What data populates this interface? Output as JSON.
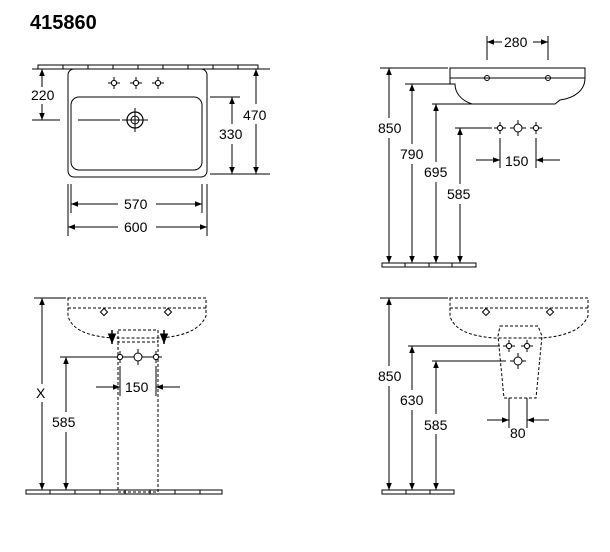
{
  "product_code": "415860",
  "views": {
    "top": {
      "labels": {
        "d220": "220",
        "d470": "470",
        "d330": "330",
        "d570": "570",
        "d600": "600"
      }
    },
    "side_left": {
      "labels": {
        "d280": "280",
        "d850": "850",
        "d790": "790",
        "d695": "695",
        "d585": "585",
        "d150": "150"
      }
    },
    "front_pedestal": {
      "labels": {
        "dx": "X",
        "d585": "585",
        "d150": "150"
      }
    },
    "front_semi": {
      "labels": {
        "d850": "850",
        "d630": "630",
        "d585": "585",
        "d80": "80"
      }
    }
  }
}
